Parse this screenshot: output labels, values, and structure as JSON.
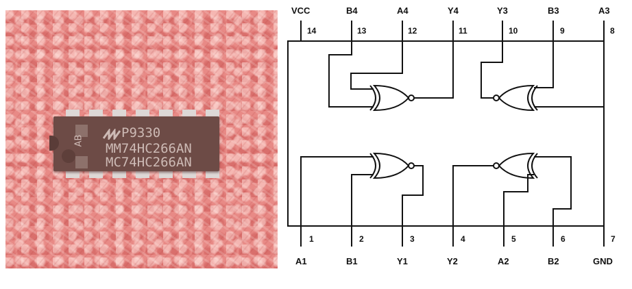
{
  "chip": {
    "logo": "National Semiconductor logo",
    "date_code": "P9330",
    "part_line_1": "MM74HC266AN",
    "part_line_2": "MC74HC266AN",
    "side_mark": "AB"
  },
  "diagram": {
    "top_pins": [
      {
        "label": "VCC",
        "number": "14"
      },
      {
        "label": "B4",
        "number": "13"
      },
      {
        "label": "A4",
        "number": "12"
      },
      {
        "label": "Y4",
        "number": "11"
      },
      {
        "label": "Y3",
        "number": "10"
      },
      {
        "label": "B3",
        "number": "9"
      },
      {
        "label": "A3",
        "number": "8"
      }
    ],
    "bottom_pins": [
      {
        "label": "A1",
        "number": "1"
      },
      {
        "label": "B1",
        "number": "2"
      },
      {
        "label": "Y1",
        "number": "3"
      },
      {
        "label": "Y2",
        "number": "4"
      },
      {
        "label": "A2",
        "number": "5"
      },
      {
        "label": "B2",
        "number": "6"
      },
      {
        "label": "GND",
        "number": "7"
      }
    ]
  }
}
